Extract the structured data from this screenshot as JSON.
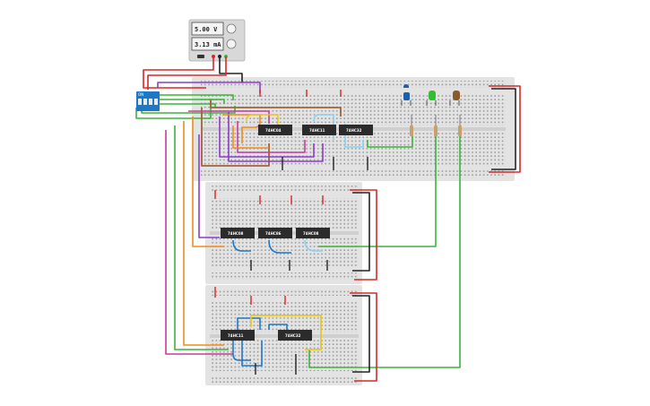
{
  "power_supply": {
    "voltage": "5.00 V",
    "current": "3.13 mA"
  },
  "dip_switch": {
    "label": "ON"
  },
  "chips": [
    {
      "label": "74HC04"
    },
    {
      "label": "74HC11"
    },
    {
      "label": "74HC32"
    },
    {
      "label": "74HC08"
    },
    {
      "label": "74HC86"
    },
    {
      "label": "74HC08"
    },
    {
      "label": "74HC11"
    },
    {
      "label": "74HC32"
    }
  ],
  "leds": [
    {
      "color_name": "blue",
      "color": "#1f5fa8"
    },
    {
      "color_name": "green",
      "color": "#2ec02e"
    },
    {
      "color_name": "brown",
      "color": "#8a5a2b"
    }
  ],
  "colors": {
    "breadboard": "#e3e3e3",
    "power_red": "#d62828",
    "ground_black": "#222222",
    "wire_green": "#3cb43c",
    "wire_orange": "#f08c1e",
    "wire_purple": "#8c3cc8",
    "wire_magenta": "#c83c9c",
    "wire_blue": "#1e78c8",
    "wire_lightblue": "#8ccff0",
    "wire_brown": "#a0643c",
    "wire_yellow": "#e6c828",
    "chip_body": "#2b2b2b"
  }
}
